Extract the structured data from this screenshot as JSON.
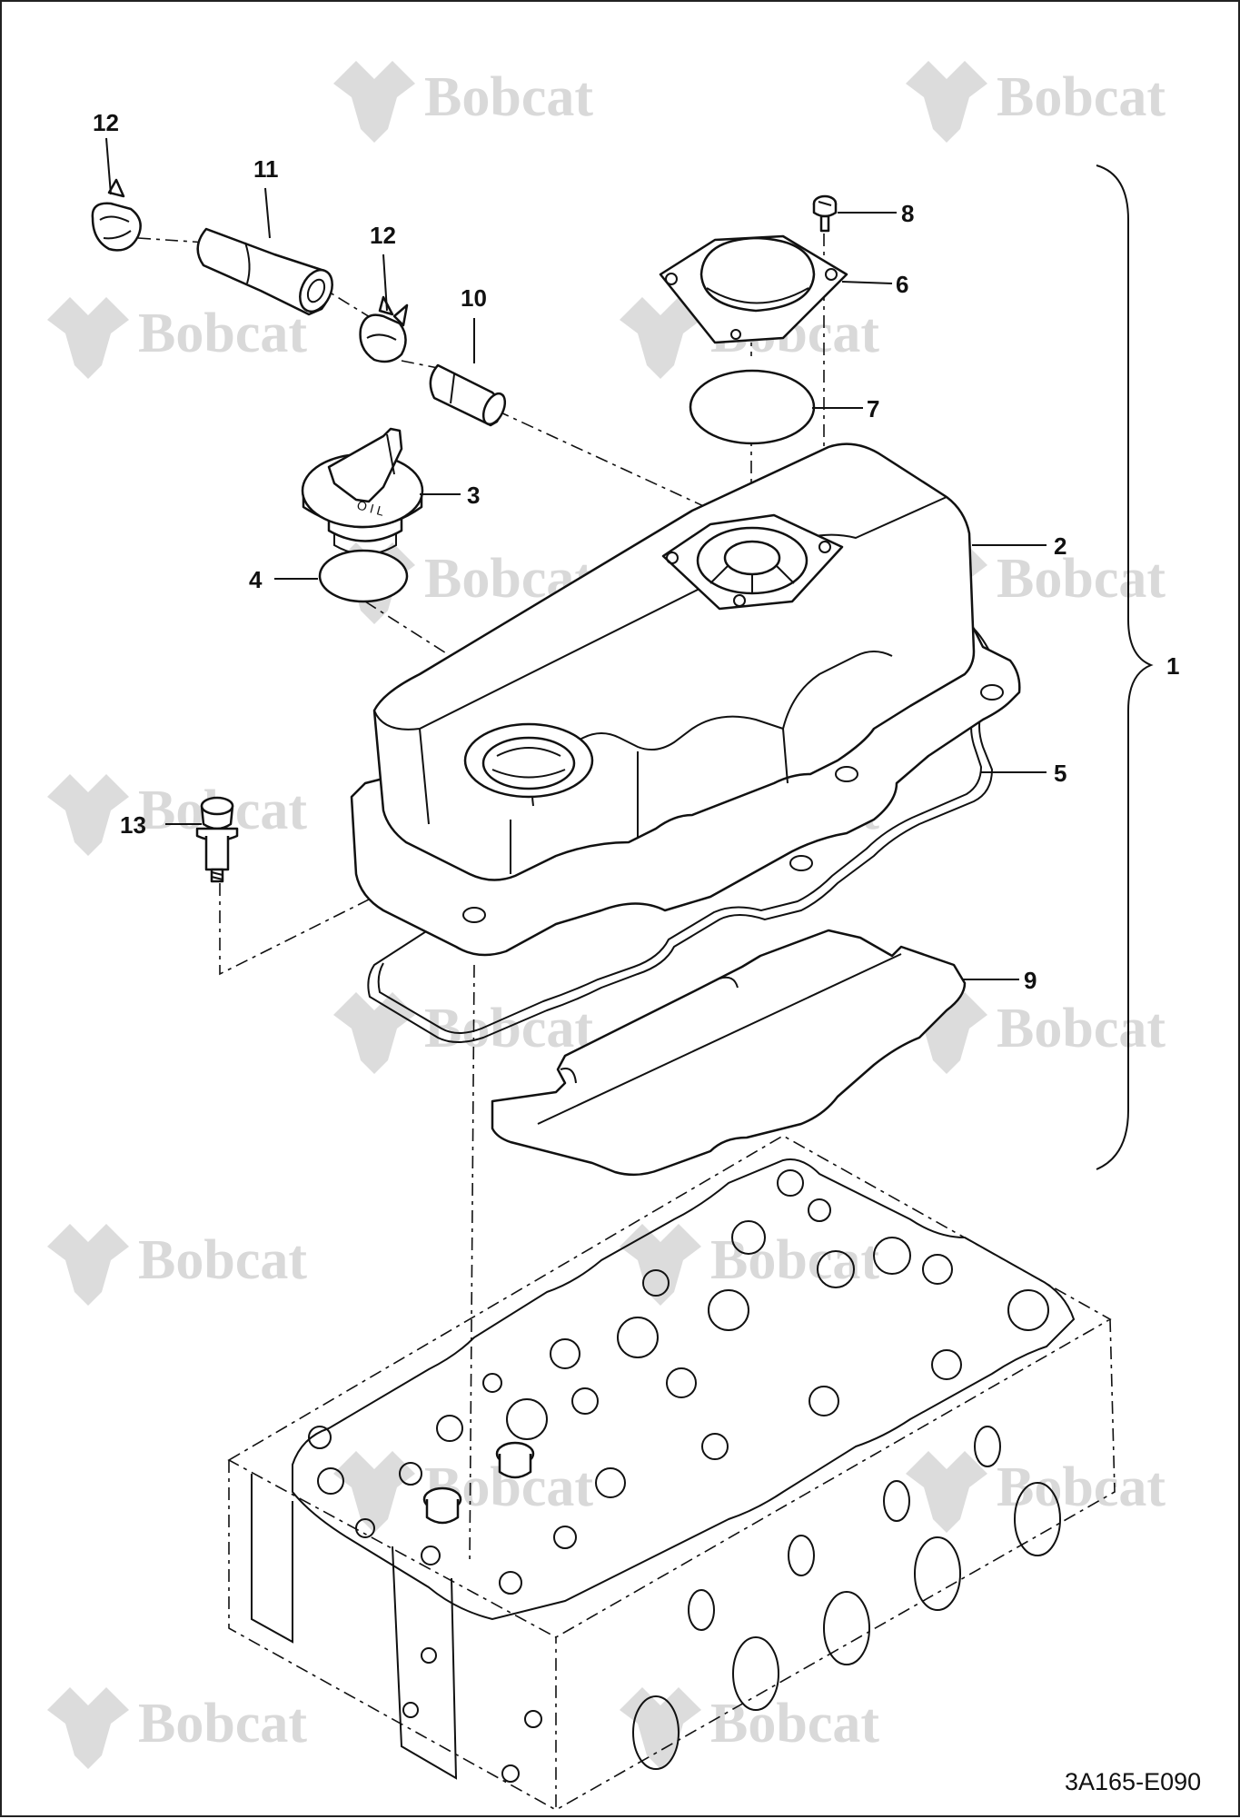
{
  "watermark": {
    "brand": "Bobcat",
    "icon": "bobcat-logo-icon"
  },
  "callouts": {
    "c1": "1",
    "c2": "2",
    "c3": "3",
    "c4": "4",
    "c5": "5",
    "c6": "6",
    "c7": "7",
    "c8": "8",
    "c9": "9",
    "c10": "10",
    "c11": "11",
    "c12a": "12",
    "c12b": "12",
    "c13": "13"
  },
  "figure_ref": "3A165-E090"
}
